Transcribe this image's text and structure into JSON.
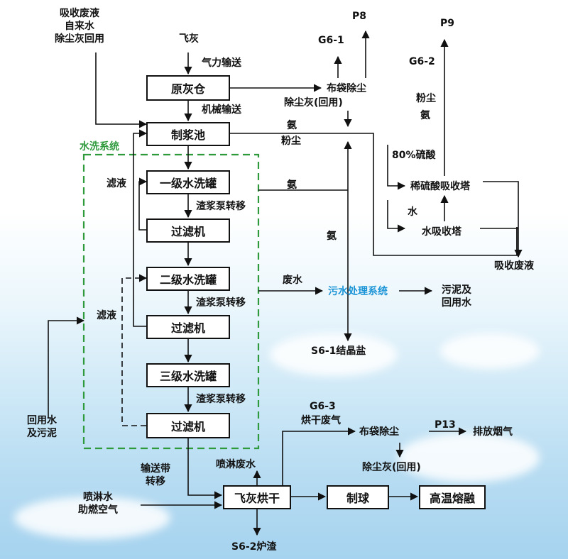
{
  "boxes": {
    "yuanhuicang": "原灰仓",
    "zhijiangchi": "制浆池",
    "tank1": "一级水洗罐",
    "filter1": "过滤机",
    "tank2": "二级水洗罐",
    "filter2": "过滤机",
    "tank3": "三级水洗罐",
    "filter3": "过滤机",
    "dryer": "飞灰烘干",
    "pelletize": "制球",
    "melting": "高温熔融"
  },
  "labels": {
    "inputs_top_left": "吸收废液\n自来水\n除尘灰回用",
    "fly_ash": "飞灰",
    "pneumatic": "气力输送",
    "mechanical": "机械输送",
    "water_wash_system": "水洗系统",
    "filtrate_1": "滤液",
    "filtrate_2": "滤液",
    "slurry_pump_1": "渣浆泵转移",
    "slurry_pump_2": "渣浆泵转移",
    "slurry_pump_3": "渣浆泵转移",
    "return_water": "回用水\n及污泥",
    "belt": "输送带\n转移",
    "spray_waste": "喷淋废水",
    "spray_air": "喷淋水\n助燃空气",
    "s6_2": "S6-2炉渣",
    "p8": "P8",
    "g6_1": "G6-1",
    "bag_filter_1": "布袋除尘",
    "dust_recycle_1": "除尘灰(回用)",
    "ammonia_1": "氨",
    "dust_1": "粉尘",
    "ammonia_2": "氨",
    "ammonia_3": "氨",
    "p9": "P9",
    "g6_2": "G6-2",
    "dust_2": "粉尘",
    "ammonia_4": "氨",
    "sulfuric_80": "80%硫酸",
    "dilute_acid_tower": "稀硫酸吸收塔",
    "water_label": "水",
    "water_tower": "水吸收塔",
    "absorb_waste": "吸收废液",
    "wastewater": "废水",
    "sewage_system": "污水处理系统",
    "sludge_return": "污泥及\n回用水",
    "s6_1": "S6-1结晶盐",
    "g6_3": "G6-3",
    "dry_exhaust": "烘干废气",
    "bag_filter_2": "布袋除尘",
    "p13": "P13",
    "emission": "排放烟气",
    "dust_recycle_2": "除尘灰(回用)"
  },
  "colors": {
    "line": "#111111",
    "green": "#2e9a3c",
    "blue": "#1a94d6"
  }
}
